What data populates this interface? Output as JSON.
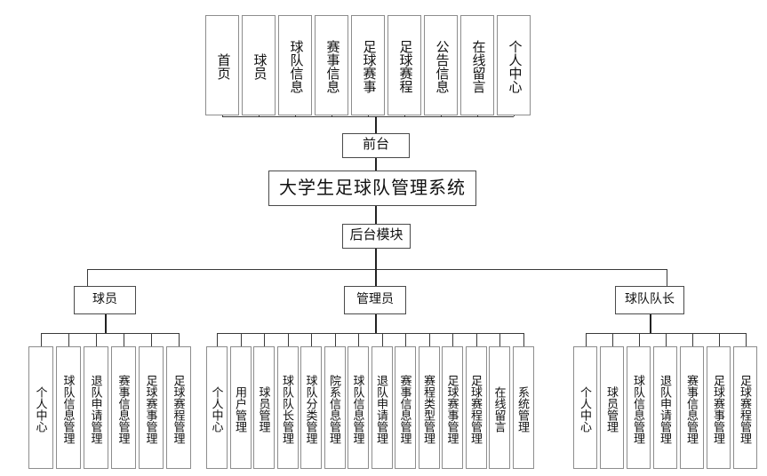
{
  "diagram": {
    "title": "大学生足球队管理系统",
    "root_label": "大学生足球队管理系统",
    "frontend": {
      "label": "前台",
      "items": [
        "首页",
        "球员",
        "球队信息",
        "赛事信息",
        "足球赛事",
        "足球赛程",
        "公告信息",
        "在线留言",
        "个人中心"
      ]
    },
    "backend": {
      "label": "后台模块",
      "roles": [
        {
          "name": "球员",
          "items": [
            "个人中心",
            "球队信息管理",
            "退队申请管理",
            "赛事信息管理",
            "足球赛事管理",
            "足球赛程管理"
          ]
        },
        {
          "name": "管理员",
          "items": [
            "个人中心",
            "用户管理",
            "球员管理",
            "球队队长管理",
            "球队分类管理",
            "院系信息管理",
            "球队信息管理",
            "退队申请管理",
            "赛事信息管理",
            "赛程类型管理",
            "足球赛事管理",
            "足球赛程管理",
            "在线留言",
            "系统管理"
          ]
        },
        {
          "name": "球队队长",
          "items": [
            "个人中心",
            "球员管理",
            "球队信息管理",
            "退队申请管理",
            "赛事信息管理",
            "足球赛事管理",
            "足球赛程管理"
          ]
        }
      ]
    },
    "colors": {
      "background": "#ffffff",
      "box_border": "#8d8d8d",
      "box_border_dark": "#4a4a4a",
      "connector": "#3a3a3a",
      "text": "#111111"
    }
  }
}
